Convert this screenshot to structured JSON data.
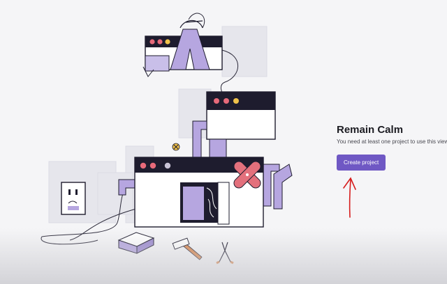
{
  "empty_state": {
    "title": "Remain Calm",
    "description": "You need at least one project to use this view.",
    "create_button_label": "Create project"
  },
  "colors": {
    "accent": "#6f58c4",
    "illustration_purple": "#b6a6e0",
    "illustration_dark": "#1e1c2e",
    "annotation_red": "#d61c1c"
  },
  "icons": [
    "window-close-icon",
    "window-minimize-icon",
    "window-maximize-icon",
    "power-outlet-icon",
    "hammer-icon",
    "pliers-icon",
    "bandage-x-icon"
  ]
}
